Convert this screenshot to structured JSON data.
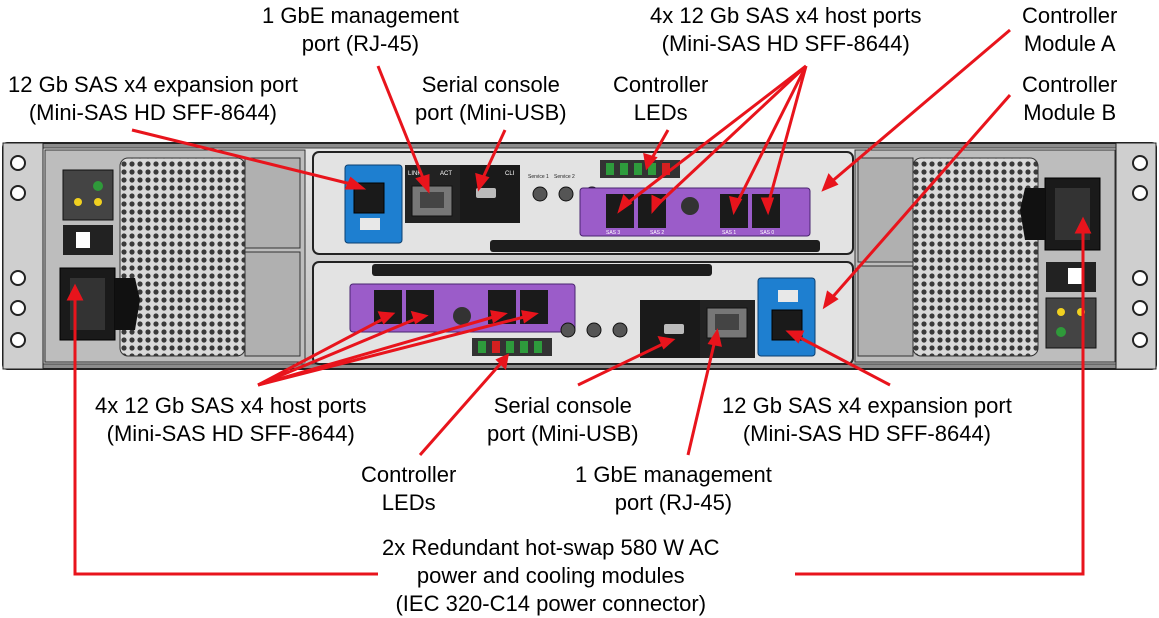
{
  "labels": {
    "mgmt_top": [
      "1 GbE management",
      "port (RJ-45)"
    ],
    "sas_host_top": [
      "4x 12 Gb SAS x4 host ports",
      "(Mini-SAS HD SFF-8644)"
    ],
    "ctrl_a": [
      "Controller",
      "Module A"
    ],
    "exp_top": [
      "12 Gb SAS x4 expansion port",
      "(Mini-SAS HD SFF-8644)"
    ],
    "serial_top": [
      "Serial console",
      "port (Mini-USB)"
    ],
    "leds_top": [
      "Controller",
      "LEDs"
    ],
    "ctrl_b": [
      "Controller",
      "Module B"
    ],
    "sas_host_bottom": [
      "4x 12 Gb SAS x4 host ports",
      "(Mini-SAS HD SFF-8644)"
    ],
    "serial_bottom": [
      "Serial console",
      "port (Mini-USB)"
    ],
    "exp_bottom": [
      "12 Gb SAS x4 expansion port",
      "(Mini-SAS HD SFF-8644)"
    ],
    "leds_bottom": [
      "Controller",
      "LEDs"
    ],
    "mgmt_bottom": [
      "1 GbE management",
      "port (RJ-45)"
    ],
    "psu": [
      "2x Redundant hot-swap 580 W AC",
      "power and cooling modules",
      "(IEC 320-C14 power connector)"
    ]
  },
  "port_text": {
    "link": "LINK",
    "act": "ACT",
    "cli": "CLI",
    "service1": "Service 1",
    "service2": "Service 2",
    "sas0": "SAS 0",
    "sas1": "SAS 1",
    "sas2": "SAS 2",
    "sas3": "SAS 3"
  },
  "colors": {
    "arrow": "#e8141c",
    "chassis": "#cfcfcf",
    "dark": "#2a2a2a",
    "sas_card": "#9b5cc9",
    "expansion_card": "#1e7fd0"
  }
}
